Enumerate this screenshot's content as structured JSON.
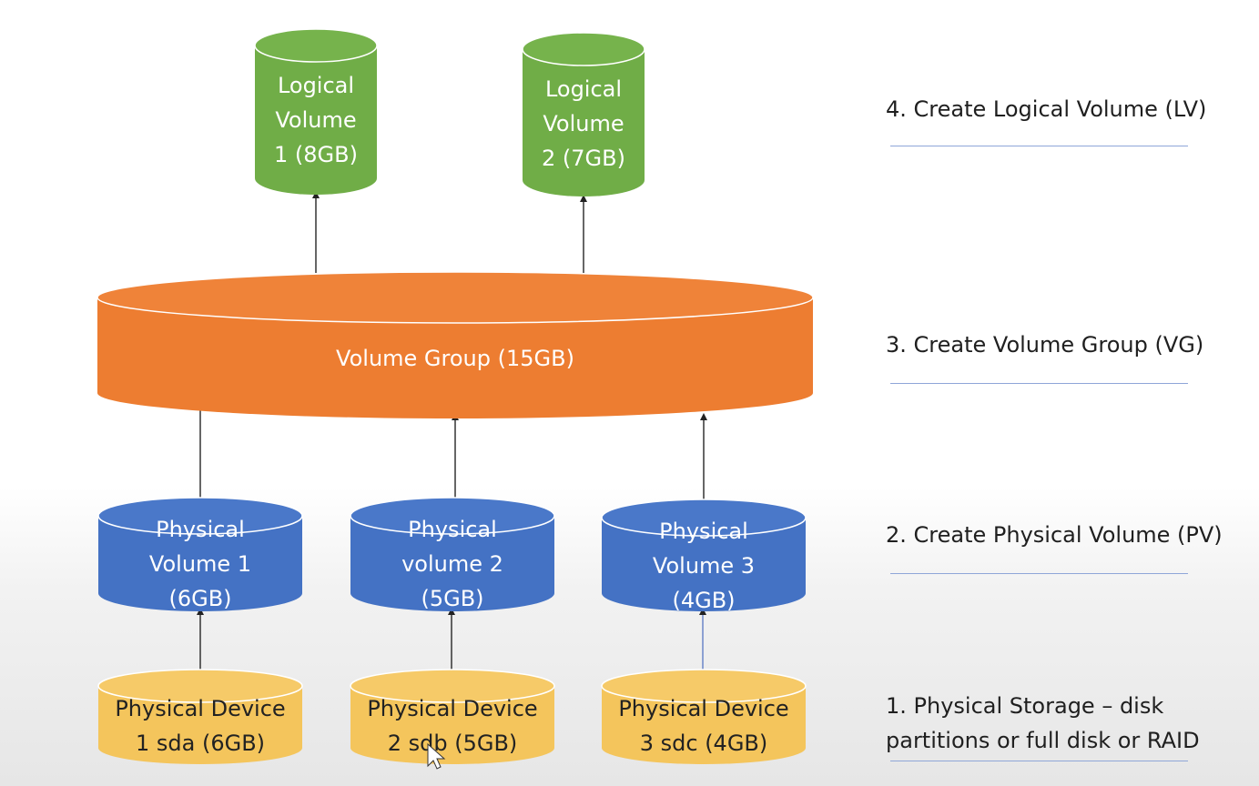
{
  "logical_volumes": [
    {
      "lines": [
        "Logical",
        "Volume",
        "1 (8GB)"
      ]
    },
    {
      "lines": [
        "Logical",
        "Volume",
        "2 (7GB)"
      ]
    }
  ],
  "volume_group": {
    "label": "Volume Group (15GB)"
  },
  "physical_volumes": [
    {
      "lines": [
        "Physical",
        "Volume 1",
        "(6GB)"
      ]
    },
    {
      "lines": [
        "Physical",
        "volume 2",
        "(5GB)"
      ]
    },
    {
      "lines": [
        "Physical",
        "Volume 3",
        "(4GB)"
      ]
    }
  ],
  "physical_devices": [
    {
      "lines": [
        "Physical Device",
        "1 sda (6GB)"
      ]
    },
    {
      "lines": [
        "Physical Device",
        "2 sdb (5GB)"
      ]
    },
    {
      "lines": [
        "Physical Device",
        "3 sdc (4GB)"
      ]
    }
  ],
  "steps": [
    {
      "lines": [
        "4. Create Logical Volume (LV)"
      ]
    },
    {
      "lines": [
        "3. Create Volume Group (VG)"
      ]
    },
    {
      "lines": [
        "2. Create Physical Volume (PV)"
      ]
    },
    {
      "lines": [
        "1. Physical Storage – disk",
        "partitions or full disk or RAID"
      ]
    }
  ],
  "colors": {
    "logical_volume": "#70ad47",
    "volume_group": "#ed7d31",
    "physical_volume": "#4472c4",
    "physical_device": "#f4c55c",
    "arrow": "#222222",
    "rule": "#8fa6d8"
  }
}
